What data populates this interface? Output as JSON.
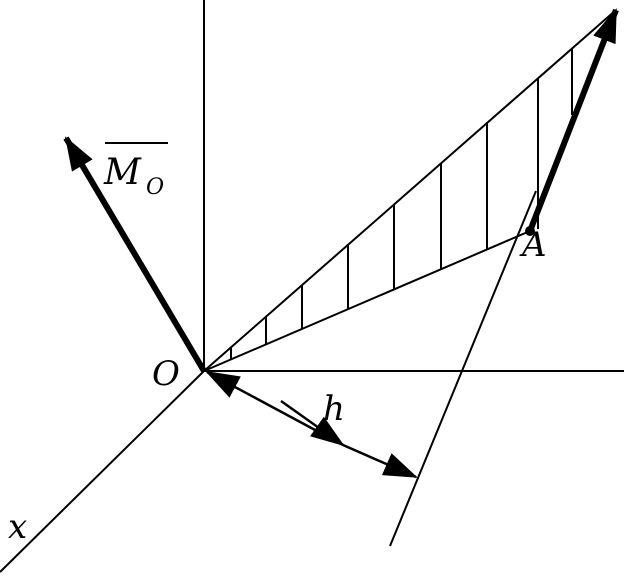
{
  "labels": {
    "origin": "O",
    "point": "A",
    "moment": "M",
    "moment_subscript": "O",
    "distance": "h",
    "x_axis": "x"
  },
  "colors": {
    "ink": "#000000",
    "background": "#ffffff"
  }
}
